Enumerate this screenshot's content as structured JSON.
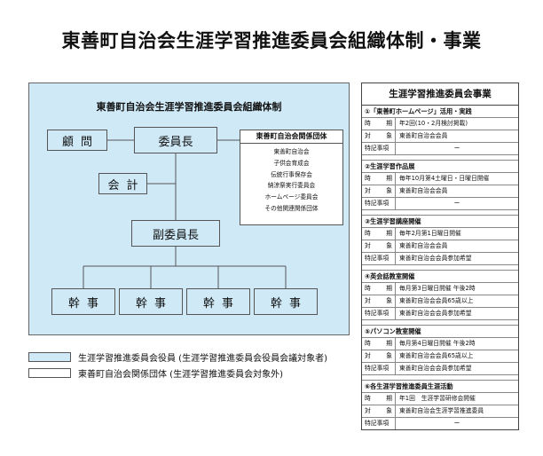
{
  "page_title": "東善町自治会生涯学習推進委員会組織体制・事業",
  "org": {
    "title": "東善町自治会生涯学習推進委員会組織体制",
    "advisor": "顧問",
    "chair": "委員長",
    "accountant": "会計",
    "vice_chair": "副委員長",
    "secretaries": [
      "幹事",
      "幹事",
      "幹事",
      "幹事"
    ],
    "related_groups": {
      "heading": "東善町自治会関係団体",
      "items": [
        "東善町自治会",
        "子供会育成会",
        "伝統行事保存会",
        "納涼祭実行委員会",
        "ホームページ委員会",
        "その他関連関係団体"
      ]
    },
    "colors": {
      "panel": "#cfe9f7",
      "line": "#555555"
    }
  },
  "legend": [
    {
      "swatch_color": "#cfe9f7",
      "text": "生涯学習推進委員会役員 (生涯学習推進委員会役員会議対象者)"
    },
    {
      "swatch_color": "#ffffff",
      "text": "東善町自治会関係団体 (生涯学習推進委員会対象外)"
    }
  ],
  "schedule": {
    "heading": "生涯学習推進委員会事業",
    "row_labels": {
      "time": "時期",
      "target": "対象",
      "notes": "特記事項"
    },
    "sections": [
      {
        "title": "①「東善町ホームページ」活用・実践",
        "time": "年2回(10・2月検討掲載)",
        "target": "東善町自治会会員",
        "notes": "ー"
      },
      {
        "title": "②生涯学習作品展",
        "time": "毎年10月第4土曜日・日曜日開催",
        "target": "東善町自治会会員",
        "notes": "ー"
      },
      {
        "title": "③生涯学習講座開催",
        "time": "毎年2月第1日曜日開催",
        "target": "東善町自治会会員",
        "notes": "東善町自治会会員参加希望"
      },
      {
        "title": "④英会話教室開催",
        "time": "毎月第3日曜日開催 午後2時",
        "target": "東善町自治会会員65歳以上",
        "notes": "東善町自治会会員参加希望"
      },
      {
        "title": "⑤パソコン教室開催",
        "time": "毎月第4日曜日開催 午後2時",
        "target": "東善町自治会会員65歳以上",
        "notes": "東善町自治会会員参加希望"
      },
      {
        "title": "⑥各生涯学習推進委員生涯活動",
        "time": "年1回　生涯学習研修会開催",
        "target": "東善町自治会生涯学習推進委員",
        "notes": "ー"
      }
    ]
  }
}
